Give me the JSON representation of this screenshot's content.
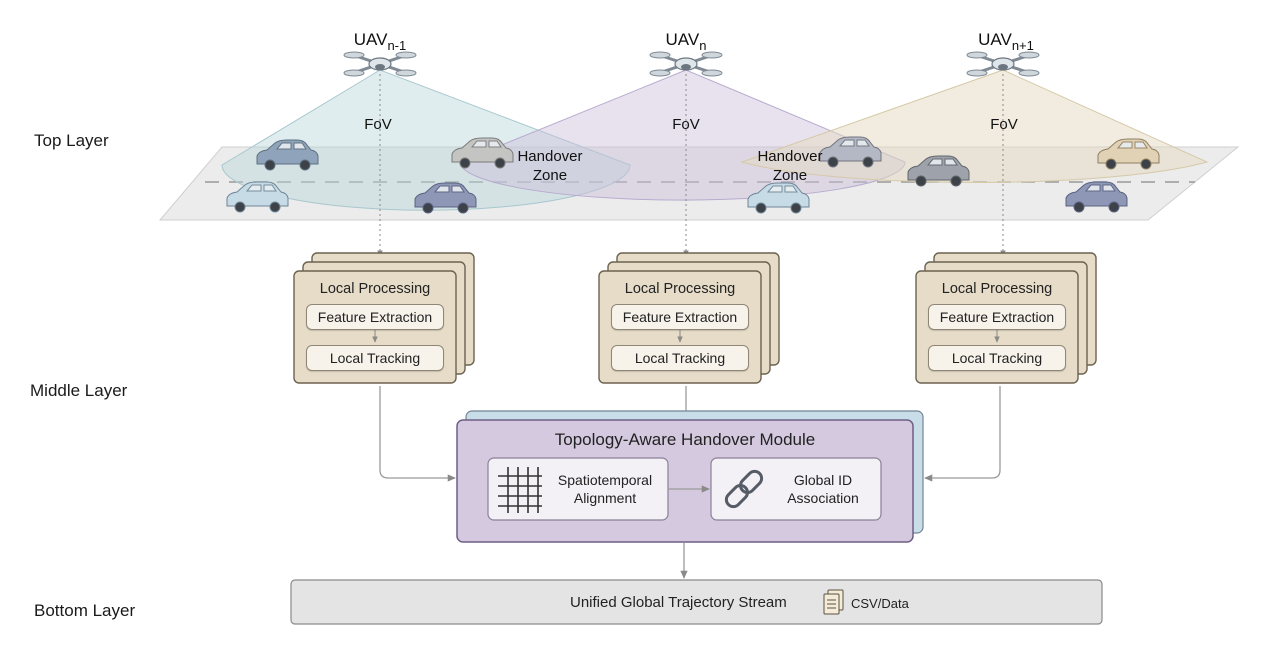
{
  "layers": {
    "top": "Top Layer",
    "middle": "Middle Layer",
    "bottom": "Bottom Layer"
  },
  "uavs": [
    {
      "base": "UAV",
      "sub": "n-1"
    },
    {
      "base": "UAV",
      "sub": "n"
    },
    {
      "base": "UAV",
      "sub": "n+1"
    }
  ],
  "fov_label": "FoV",
  "handover_zones": [
    {
      "line1": "Handover",
      "line2": "Zone"
    },
    {
      "line1": "Handover",
      "line2": "Zone"
    }
  ],
  "processing": {
    "title": "Local Processing",
    "feature": "Feature Extraction",
    "tracking": "Local Tracking"
  },
  "module": {
    "title": "Topology-Aware Handover Module",
    "alignment_line1": "Spatiotemporal",
    "alignment_line2": "Alignment",
    "association_line1": "Global ID",
    "association_line2": "Association"
  },
  "output": {
    "stream": "Unified Global Trajectory Stream",
    "format": "CSV/Data"
  },
  "colors": {
    "fov_left": "#b9d6dc",
    "fov_mid": "#cbbfdc",
    "fov_right": "#e4d9c0",
    "processing_fill": "#e6dcc8",
    "processing_border": "#6b624f",
    "module_fill": "#d4c9df",
    "module_border": "#6f5f85",
    "module_shadow": "#c9dde8",
    "output_fill": "#e4e4e4"
  }
}
